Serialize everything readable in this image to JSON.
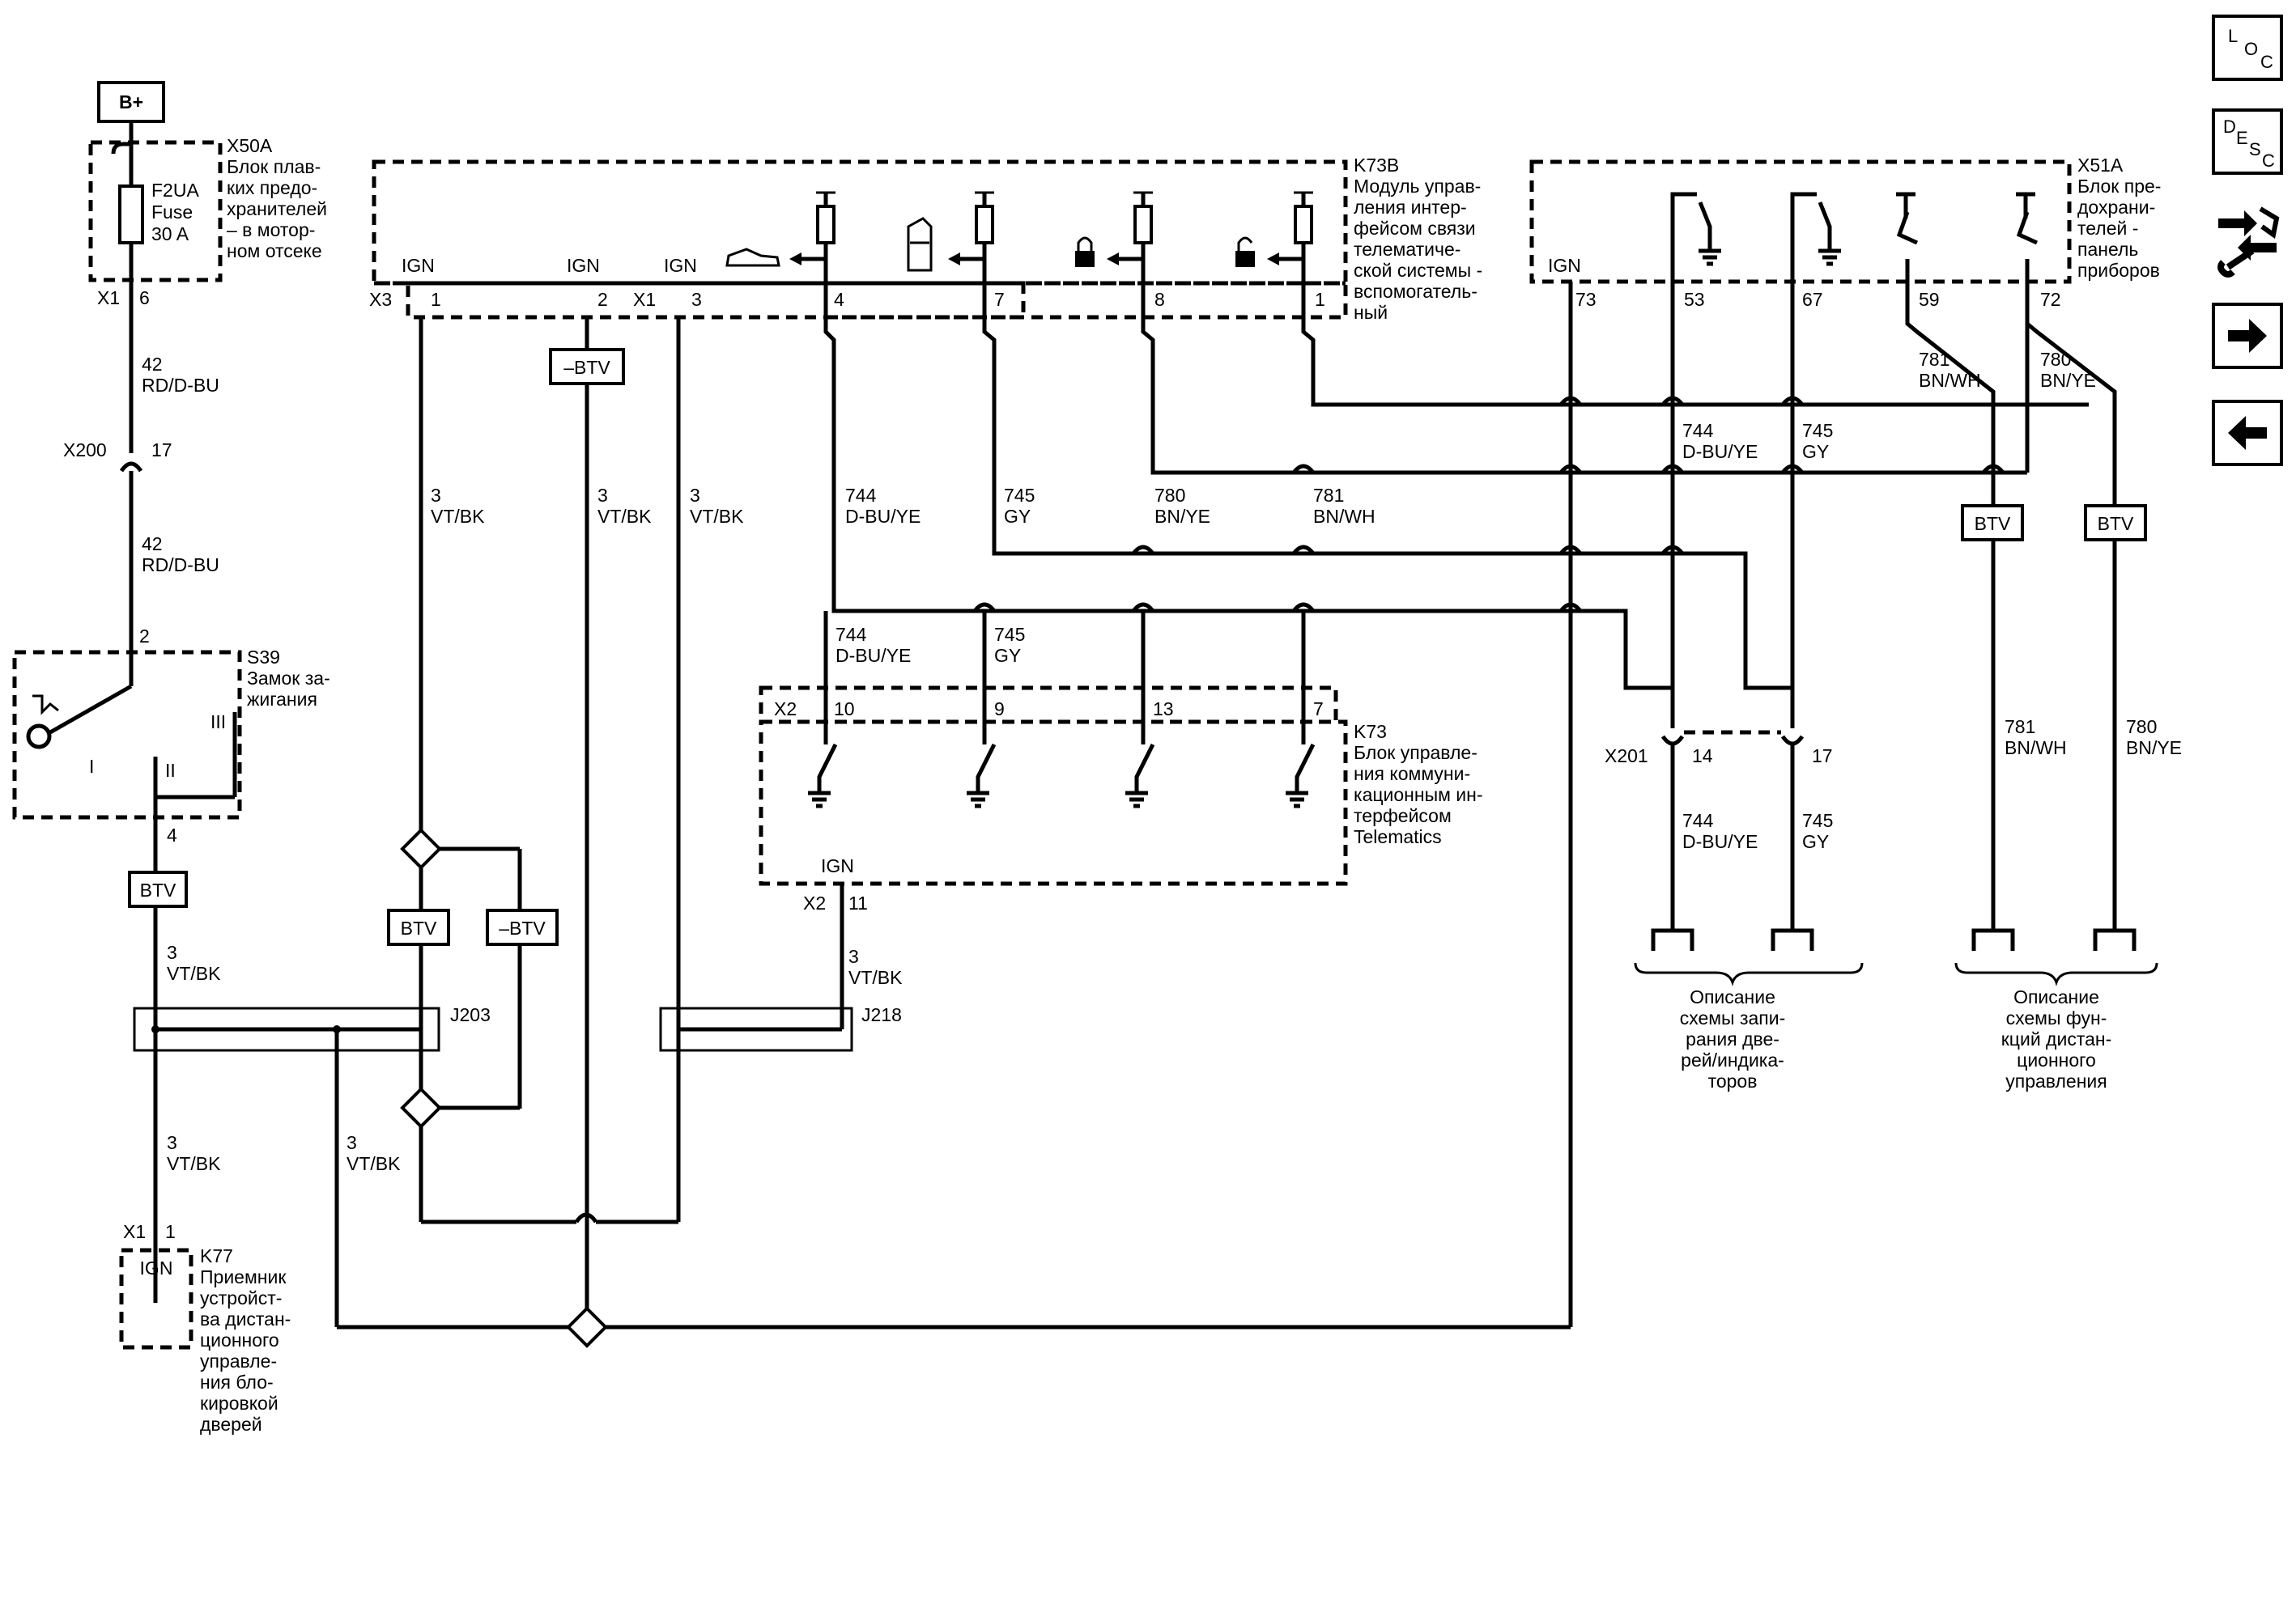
{
  "supply": "B+",
  "fuse_block": {
    "ref": "X50A",
    "desc": [
      "Блок плав-",
      "ких предо-",
      "хранителей",
      "– в мотор-",
      "ном отсеке"
    ],
    "fuse": [
      "F2UA",
      "Fuse",
      "30 A"
    ],
    "conn": "X1",
    "pin": "6"
  },
  "wire_42": {
    "num": "42",
    "color": "RD/D-BU"
  },
  "x200": {
    "ref": "X200",
    "pin": "17"
  },
  "ign_switch": {
    "ref": "S39",
    "desc": [
      "Замок за-",
      "жигания"
    ],
    "pin_in": "2",
    "pin_out": "4",
    "positions": [
      "I",
      "II",
      "III"
    ]
  },
  "btv": "BTV",
  "neg_btv": "–BTV",
  "wire_3": {
    "num": "3",
    "color": "VT/BK"
  },
  "splices": {
    "j203": "J203",
    "j218": "J218"
  },
  "k77": {
    "ref": "K77",
    "conn": "X1",
    "pin": "1",
    "ign": "IGN",
    "desc": [
      "Приемник",
      "устройст-",
      "ва дистан-",
      "ционного",
      "управле-",
      "ния бло-",
      "кировкой",
      "дверей"
    ]
  },
  "k73b": {
    "ref": "K73B",
    "desc": [
      "Модуль управ-",
      "ления интер-",
      "фейсом связи",
      "телематиче-",
      "ской системы -",
      "вспомогатель-",
      "ный"
    ],
    "ign": "IGN",
    "connectors": [
      "X3",
      "X1"
    ],
    "pins": [
      "1",
      "2",
      "3",
      "4",
      "7",
      "8",
      "1"
    ]
  },
  "wires": {
    "w744": {
      "num": "744",
      "color": "D-BU/YE"
    },
    "w745": {
      "num": "745",
      "color": "GY"
    },
    "w780": {
      "num": "780",
      "color": "BN/YE"
    },
    "w781": {
      "num": "781",
      "color": "BN/WH"
    }
  },
  "k73": {
    "ref": "K73",
    "conn": "X2",
    "pins": [
      "10",
      "9",
      "13",
      "7"
    ],
    "ign": "IGN",
    "ign_conn": "X2",
    "ign_pin": "11",
    "desc": [
      "Блок управле-",
      "ния коммуни-",
      "кационным ин-",
      "терфейсом",
      "Telematics"
    ]
  },
  "x51a": {
    "ref": "X51A",
    "ign": "IGN",
    "pins": [
      "73",
      "53",
      "67",
      "59",
      "72"
    ],
    "desc": [
      "Блок пре-",
      "дохрани-",
      "телей -",
      "панель",
      "приборов"
    ]
  },
  "x201": {
    "ref": "X201",
    "pins": [
      "14",
      "17"
    ]
  },
  "refs": {
    "locking": [
      "Описание",
      "схемы запи-",
      "рания две-",
      "рей/индика-",
      "торов"
    ],
    "remote": [
      "Описание",
      "схемы фун-",
      "кций дистан-",
      "ционного",
      "управления"
    ]
  },
  "nav": {
    "loc": [
      "L",
      "O",
      "C"
    ],
    "desc": [
      "D",
      "E",
      "S",
      "C"
    ]
  },
  "icons": [
    "car-trunk-icon",
    "car-door-icon",
    "lock-icon",
    "unlock-icon",
    "ground-icon",
    "wrench-connector-icon",
    "arrow-right-icon",
    "arrow-left-icon"
  ]
}
